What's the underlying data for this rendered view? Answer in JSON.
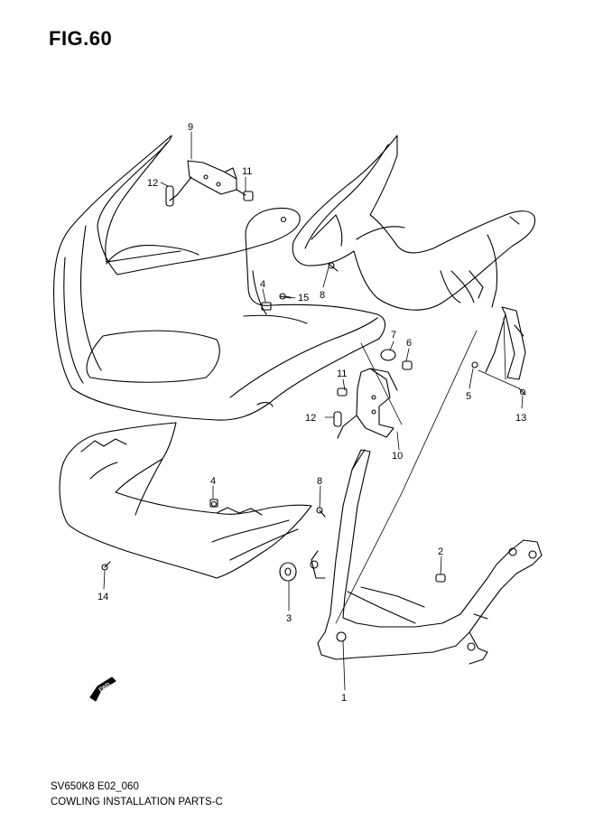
{
  "figure": {
    "title": "FIG.60",
    "code": "SV650K8 E02_060",
    "caption": "COWLING INSTALLATION PARTS-C"
  },
  "callouts": {
    "c1": "1",
    "c2": "2",
    "c3": "3",
    "c4a": "4",
    "c4b": "4",
    "c5": "5",
    "c6": "6",
    "c7": "7",
    "c8a": "8",
    "c8b": "8",
    "c9": "9",
    "c10": "10",
    "c11a": "11",
    "c11b": "11",
    "c12a": "12",
    "c12b": "12",
    "c13": "13",
    "c14": "14",
    "c15": "15"
  },
  "fwd_label": "FWD"
}
